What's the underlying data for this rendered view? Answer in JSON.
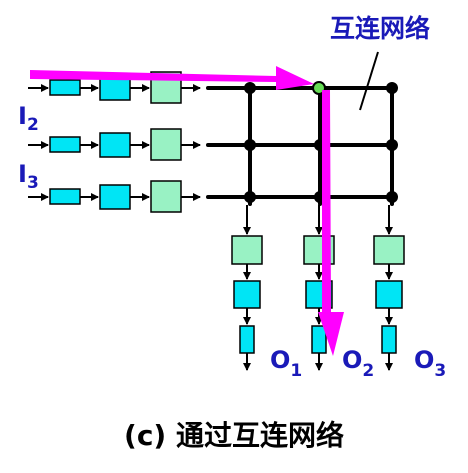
{
  "labels": {
    "interconnect": "互连网络",
    "caption": "(c) 通过互连网络",
    "inputs": [
      {
        "main": "I",
        "sub": "2"
      },
      {
        "main": "I",
        "sub": "3"
      }
    ],
    "outputs": [
      {
        "main": "O",
        "sub": "1"
      },
      {
        "main": "O",
        "sub": "2"
      },
      {
        "main": "O",
        "sub": "3"
      }
    ]
  },
  "colors": {
    "cyan_block": "#00e5f5",
    "green_block": "#99f2c4",
    "highlight_path": "#ff00ff",
    "label_blue": "#1a1ab8",
    "switch_fill": "#66dd55",
    "wire": "#000000"
  }
}
